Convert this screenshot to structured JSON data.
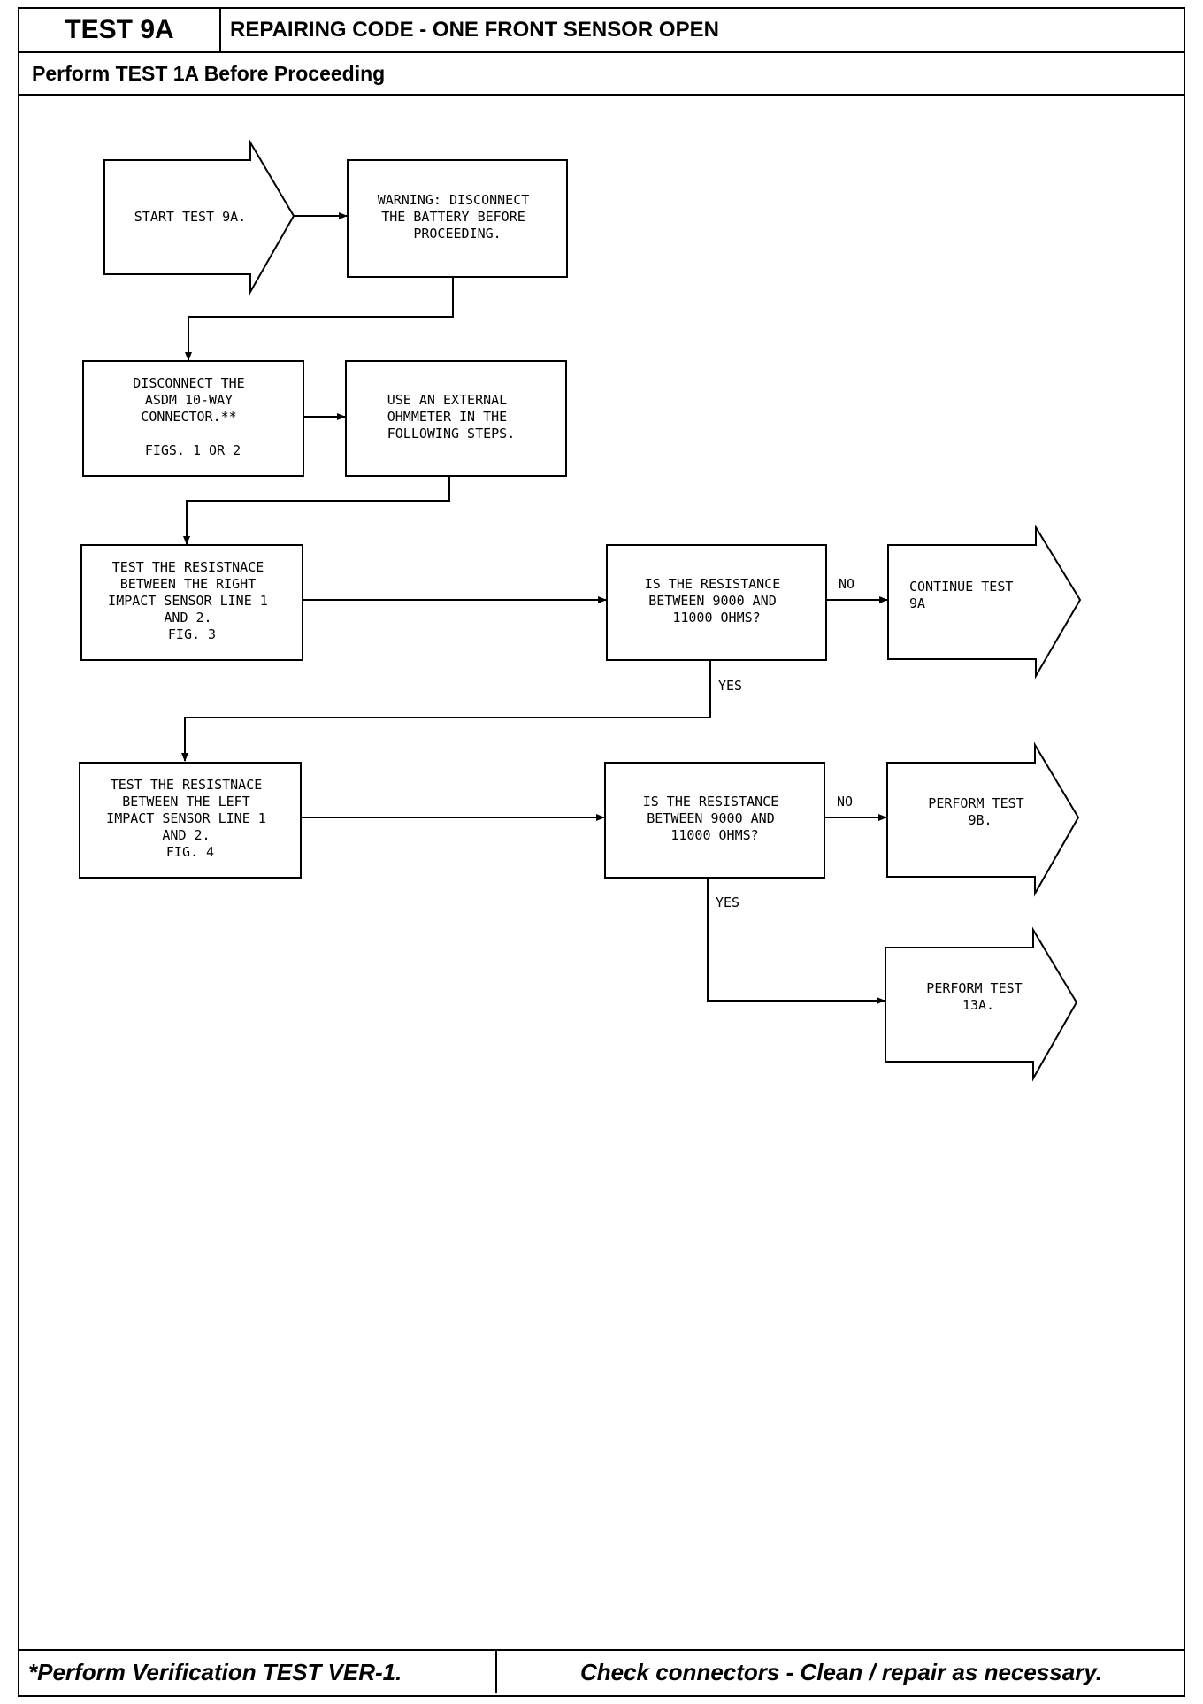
{
  "header": {
    "test_id": "TEST 9A",
    "title": "REPAIRING CODE - ONE FRONT SENSOR OPEN",
    "prerequisite": "Perform TEST 1A Before Proceeding"
  },
  "flowchart": {
    "start": [
      "START TEST 9A."
    ],
    "warning": [
      "WARNING:  DISCONNECT",
      "THE BATTERY BEFORE",
      "PROCEEDING."
    ],
    "disconnect": [
      "DISCONNECT THE",
      "ASDM 10-WAY",
      "CONNECTOR.**",
      "",
      "FIGS. 1 OR 2"
    ],
    "ohmmeter": [
      "USE AN EXTERNAL",
      "OHMMETER IN THE",
      "FOLLOWING STEPS."
    ],
    "test_right": [
      "TEST THE RESISTNACE",
      "BETWEEN THE RIGHT",
      "IMPACT SENSOR LINE 1",
      "AND 2.",
      "FIG. 3"
    ],
    "question_right": [
      "IS THE RESISTANCE",
      "BETWEEN 9000 AND",
      "11000 OHMS?"
    ],
    "continue_9a": [
      "CONTINUE TEST",
      "9A"
    ],
    "test_left": [
      "TEST THE RESISTNACE",
      "BETWEEN THE LEFT",
      "IMPACT SENSOR LINE 1",
      "AND 2.",
      "FIG. 4"
    ],
    "question_left": [
      "IS THE RESISTANCE",
      "BETWEEN 9000 AND",
      "11000 OHMS?"
    ],
    "perform_9b": [
      "PERFORM TEST",
      "9B."
    ],
    "perform_13a": [
      "PERFORM TEST",
      "13A."
    ],
    "labels": {
      "no_1": "NO",
      "yes_1": "YES",
      "no_2": "NO",
      "yes_2": "YES"
    }
  },
  "footer": {
    "verification": "*Perform Verification TEST VER-1.",
    "connectors": "Check connectors - Clean / repair as necessary."
  }
}
